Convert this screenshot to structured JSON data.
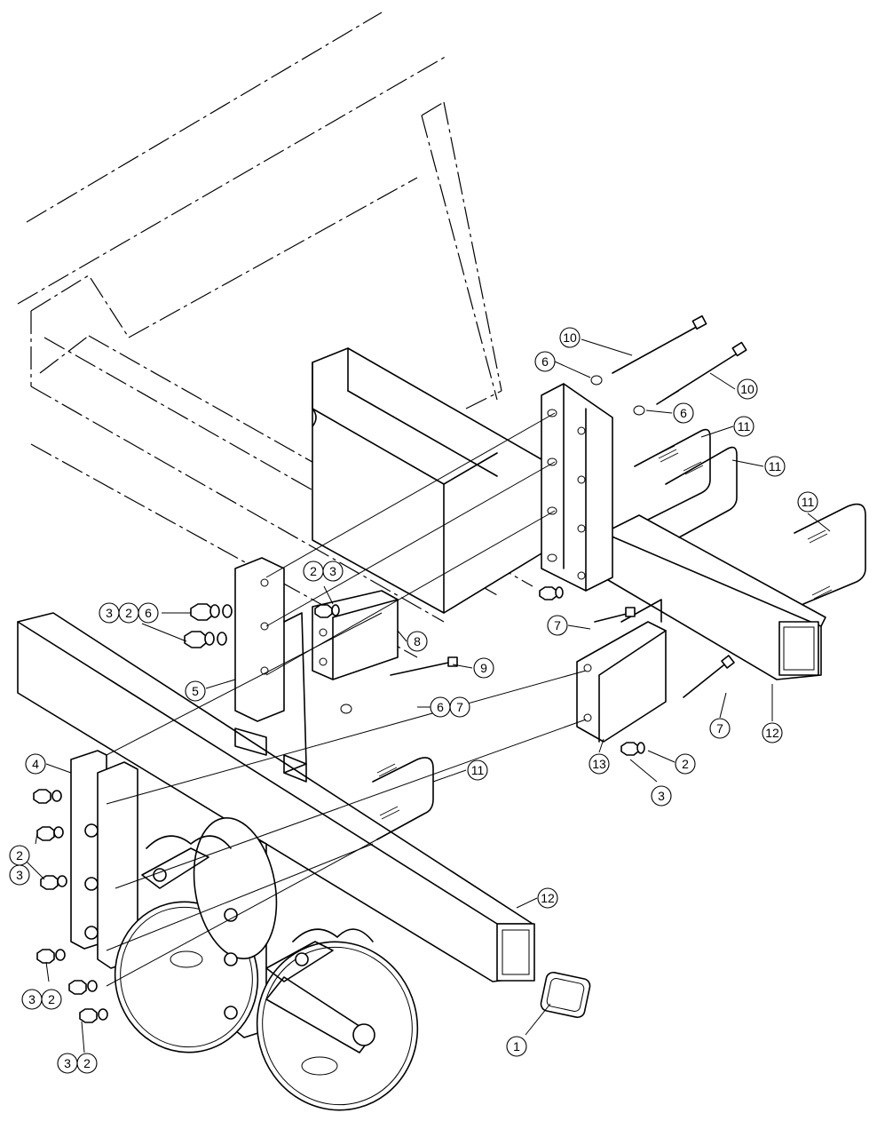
{
  "diagram": {
    "type": "exploded parts view",
    "colors": {
      "line": "#000000",
      "background": "#ffffff"
    },
    "callouts": [
      {
        "id": "c10a",
        "labels": [
          "10"
        ]
      },
      {
        "id": "c10b",
        "labels": [
          "10"
        ]
      },
      {
        "id": "c6a",
        "labels": [
          "6"
        ]
      },
      {
        "id": "c6b",
        "labels": [
          "6"
        ]
      },
      {
        "id": "c11a",
        "labels": [
          "11"
        ]
      },
      {
        "id": "c11b",
        "labels": [
          "11"
        ]
      },
      {
        "id": "c11c",
        "labels": [
          "11"
        ]
      },
      {
        "id": "c11d",
        "labels": [
          "11"
        ]
      },
      {
        "id": "c326",
        "labels": [
          "3",
          "2",
          "6"
        ]
      },
      {
        "id": "c23",
        "labels": [
          "2",
          "3"
        ]
      },
      {
        "id": "c8",
        "labels": [
          "8"
        ]
      },
      {
        "id": "c9",
        "labels": [
          "9"
        ]
      },
      {
        "id": "c5",
        "labels": [
          "5"
        ]
      },
      {
        "id": "c67",
        "labels": [
          "6",
          "7"
        ]
      },
      {
        "id": "c7a",
        "labels": [
          "7"
        ]
      },
      {
        "id": "c7b",
        "labels": [
          "7"
        ]
      },
      {
        "id": "c12a",
        "labels": [
          "12"
        ]
      },
      {
        "id": "c12b",
        "labels": [
          "12"
        ]
      },
      {
        "id": "c13",
        "labels": [
          "13"
        ]
      },
      {
        "id": "c2a",
        "labels": [
          "2"
        ]
      },
      {
        "id": "c3a",
        "labels": [
          "3"
        ]
      },
      {
        "id": "c4",
        "labels": [
          "4"
        ]
      },
      {
        "id": "c2b",
        "labels": [
          "2"
        ]
      },
      {
        "id": "c3b",
        "labels": [
          "3"
        ]
      },
      {
        "id": "c32a",
        "labels": [
          "3",
          "2"
        ]
      },
      {
        "id": "c32b",
        "labels": [
          "3",
          "2"
        ]
      },
      {
        "id": "c1",
        "labels": [
          "1"
        ]
      }
    ]
  }
}
